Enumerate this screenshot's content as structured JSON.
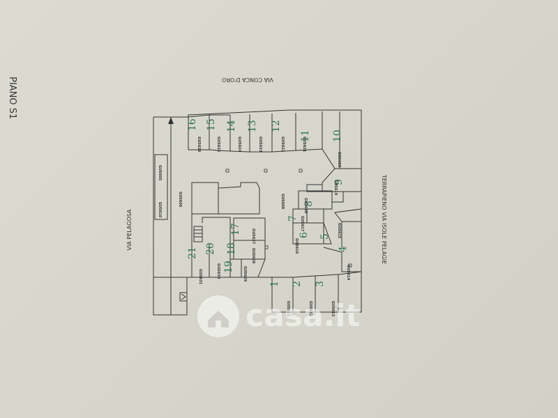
{
  "floor_label": "PIANO S1",
  "streets": {
    "top": "VIA CONCA D'ORO",
    "left": "VIA PELAGOSA",
    "right": "TERRAPIENO VIA ISOLE PELAGIE"
  },
  "watermark": {
    "brand": "casa.it",
    "icon": "house-logo-icon"
  },
  "spaces": [
    {
      "number": "1",
      "code": "GUS611"
    },
    {
      "number": "2",
      "code": "GUS612"
    },
    {
      "number": "3",
      "code": "GUS613"
    },
    {
      "number": "4",
      "code": "GUS614"
    },
    {
      "number": "5",
      "code": "GUS615"
    },
    {
      "number": "6",
      "code": "GUS616"
    },
    {
      "number": "7",
      "code": "GUS617"
    },
    {
      "number": "8",
      "code": "GUS618"
    },
    {
      "number": "9",
      "code": "GUS619"
    },
    {
      "number": "10",
      "code": "GUS620"
    },
    {
      "number": "11",
      "code": "GUS621"
    },
    {
      "number": "12",
      "code": "GUS622"
    },
    {
      "number": "13",
      "code": "GUS623"
    },
    {
      "number": "14",
      "code": "GUS624"
    },
    {
      "number": "15",
      "code": "GUS625"
    },
    {
      "number": "16",
      "code": "GUS626"
    },
    {
      "number": "17",
      "code": "GUS627"
    },
    {
      "number": "18",
      "code": "GUS628"
    },
    {
      "number": "19",
      "code": "GUS629"
    },
    {
      "number": "20",
      "code": "GUS630"
    },
    {
      "number": "21",
      "code": "GUS631"
    }
  ],
  "other_labels": {
    "ramp": "GUS609",
    "side_a": "GUS610",
    "side_b": "GUS605",
    "corridor": "GUS608"
  }
}
